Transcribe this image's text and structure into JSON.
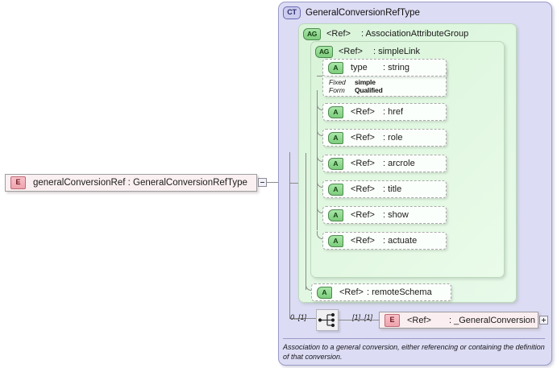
{
  "diagram": {
    "kind": "xsd-schema-diagram",
    "colors": {
      "container_bg": "#dcdcf4",
      "container_border": "#9a9ac8",
      "group_bg": "#d5f2d5",
      "group_border": "#bcd9bc",
      "attribute_bg": "#fbfffb",
      "element_bg": "#fbf0f1",
      "element_border": "#9e9e9e",
      "badge_element": "#eea3ad",
      "badge_attribute": "#7ccd7c",
      "line": "#8a8a8a"
    }
  },
  "root_element": {
    "badge": "E",
    "badge_icon_name": "element-badge-icon",
    "name": "generalConversionRef",
    "separator": ":",
    "type": "GeneralConversionRefType",
    "label": "generalConversionRef : GeneralConversionRefType",
    "collapse_button": "-"
  },
  "complex_type": {
    "badge": "CT",
    "badge_icon_name": "complex-type-badge-icon",
    "title": "GeneralConversionRefType"
  },
  "attribute_groups": [
    {
      "badge": "AG",
      "ref": "<Ref>",
      "type": ": AssociationAttributeGroup"
    },
    {
      "badge": "AG",
      "ref": "<Ref>",
      "type": ": simpleLink"
    }
  ],
  "attributes": [
    {
      "badge": "A",
      "name": "type",
      "type": ": string",
      "facets": [
        {
          "key": "Fixed",
          "value": "simple"
        },
        {
          "key": "Form",
          "value": "Qualified"
        }
      ]
    },
    {
      "badge": "A",
      "name": "<Ref>",
      "type": ": href"
    },
    {
      "badge": "A",
      "name": "<Ref>",
      "type": ": role"
    },
    {
      "badge": "A",
      "name": "<Ref>",
      "type": ": arcrole"
    },
    {
      "badge": "A",
      "name": "<Ref>",
      "type": ": title"
    },
    {
      "badge": "A",
      "name": "<Ref>",
      "type": ": show"
    },
    {
      "badge": "A",
      "name": "<Ref>",
      "type": ": actuate"
    }
  ],
  "remote_schema_attribute": {
    "badge": "A",
    "name": "<Ref>",
    "type": ": remoteSchema"
  },
  "sequence": {
    "icon_name": "sequence-compositor-icon",
    "occurrence_left": "0..[1]",
    "occurrence_right": "[1]..[1]"
  },
  "child_element": {
    "badge": "E",
    "badge_icon_name": "element-badge-icon",
    "ref": "<Ref>",
    "type": ": _GeneralConversion",
    "expand_button": "+"
  },
  "annotation": {
    "text": "Association to a general conversion, either referencing or containing the definition of that conversion."
  }
}
